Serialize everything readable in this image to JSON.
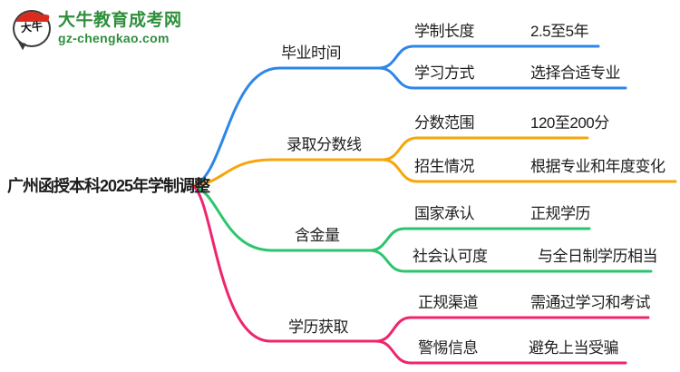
{
  "logo": {
    "badge": "大牛",
    "site_name": "大牛教育成考网",
    "site_url": "gz-chengkao.com"
  },
  "central_topic": "广州函授本科2025年学制调整",
  "branches": [
    {
      "label": "毕业时间",
      "color": "blue",
      "children": [
        {
          "key": "学制长度",
          "value": "2.5至5年"
        },
        {
          "key": "学习方式",
          "value": "选择合适专业"
        }
      ]
    },
    {
      "label": "录取分数线",
      "color": "orange",
      "children": [
        {
          "key": "分数范围",
          "value": "120至200分"
        },
        {
          "key": "招生情况",
          "value": "根据专业和年度变化"
        }
      ]
    },
    {
      "label": "含金量",
      "color": "green",
      "children": [
        {
          "key": "国家承认",
          "value": "正规学历"
        },
        {
          "key": "社会认可度",
          "value": "与全日制学历相当"
        }
      ]
    },
    {
      "label": "学历获取",
      "color": "pink",
      "children": [
        {
          "key": "正规渠道",
          "value": "需通过学习和考试"
        },
        {
          "key": "警惕信息",
          "value": "避免上当受骗"
        }
      ]
    }
  ],
  "colors": {
    "blue": "#2E86E8",
    "orange": "#F7A60A",
    "green": "#2BC56D",
    "pink": "#F0246E",
    "logo-green": "#2E8F3C",
    "logo-red": "#DB2B1F",
    "text": "#1E1E1E"
  }
}
